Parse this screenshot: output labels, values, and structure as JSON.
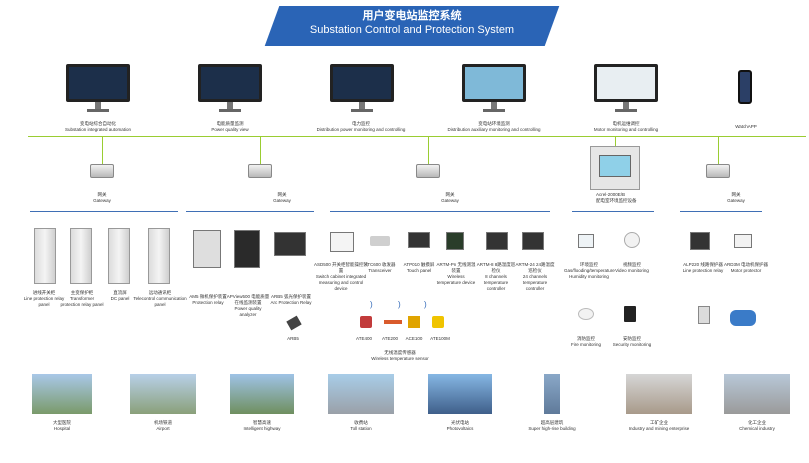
{
  "title": {
    "cn": "用户变电站监控系统",
    "en": "Substation Control and Protection System"
  },
  "monitors": [
    {
      "cn": "变电站综合自动化",
      "en": "Substation integrated automation"
    },
    {
      "cn": "电能质量监测",
      "en": "Power quality view"
    },
    {
      "cn": "电力监控",
      "en": "Distribution power monitoring and controlling"
    },
    {
      "cn": "变电站环境监测",
      "en": "Distribution auxiliary monitoring and controlling"
    },
    {
      "cn": "电机运维调控",
      "en": "Motor monitoring and controlling"
    },
    {
      "cn": "",
      "en": "WatchAPP"
    }
  ],
  "gateways": [
    {
      "cn": "网关",
      "en": "Gateway"
    },
    {
      "cn": "网关",
      "en": "Gateway"
    },
    {
      "cn": "网关",
      "en": "Gateway"
    },
    {
      "cn": "网关",
      "en": "Gateway"
    }
  ],
  "collector": {
    "line1": "Acrel-2000E/B",
    "line2": "配电室环境监控设备"
  },
  "devices": [
    {
      "cn": "进线开关柜",
      "en": "Line protection relay panel"
    },
    {
      "cn": "主变保护柜",
      "en": "Transformer protection relay panel"
    },
    {
      "cn": "直流屏",
      "en": "DC panel"
    },
    {
      "cn": "远动通讯柜",
      "en": "Telecontrol communication panel"
    },
    {
      "cn": "AM5 微机保护装置",
      "en": "Protection relay"
    },
    {
      "cn": "APView500 电能质量在线监测装置",
      "en": "Power quality analyzer"
    },
    {
      "cn": "ARB5 弧光保护装置",
      "en": "Arc Protection Relay"
    },
    {
      "cn": "ARB5",
      "en": ""
    },
    {
      "cn": "ASD500 开关柜智能操控装置",
      "en": "Switch cabinet integrated measuring and control device"
    },
    {
      "cn": "ATC600 收发器",
      "en": "Transceiver"
    },
    {
      "cn": "ATP010 触摸屏",
      "en": "Touch panel"
    },
    {
      "cn": "ARTM-Pn 无线测温装置",
      "en": "Wireless temperature device"
    },
    {
      "cn": "ARTM-8 8路温度巡检仪",
      "en": "8 channels temperature controller"
    },
    {
      "cn": "ARTM-24 24路温度巡检仪",
      "en": "24 channels temperature controller"
    },
    {
      "cn": "环境监控",
      "en": "Gas/flooding/temperature Humidity monitoring"
    },
    {
      "cn": "视频监控",
      "en": "Video monitoring"
    },
    {
      "cn": "消防监控",
      "en": "Fire monitoring"
    },
    {
      "cn": "安防监控",
      "en": "Security monitoring"
    },
    {
      "cn": "ALP220 线路保护器",
      "en": "Line protection relay"
    },
    {
      "cn": "ARD3M 电动机保护器",
      "en": "Motor protector"
    }
  ],
  "sensors": [
    "ATE400",
    "ATE200",
    "ACE100",
    "ATE100M"
  ],
  "sensor_group": {
    "cn": "无线温度传感器",
    "en": "Wireless temperature sensor"
  },
  "applications": [
    {
      "cn": "大型医院",
      "en": "Hospital"
    },
    {
      "cn": "机场铁道",
      "en": "Airport"
    },
    {
      "cn": "智慧高速",
      "en": "Intelligent highway"
    },
    {
      "cn": "收费站",
      "en": "Toll station"
    },
    {
      "cn": "光伏电站",
      "en": "Photovoltaics"
    },
    {
      "cn": "超高层建筑",
      "en": "Super high-rise building"
    },
    {
      "cn": "工矿企业",
      "en": "Industry and mining enterprise"
    },
    {
      "cn": "化工企业",
      "en": "Chemical industry"
    }
  ],
  "colors": {
    "banner": "#2a64b6",
    "bus": "#9acd32",
    "blue_line": "#3f6fb5"
  }
}
